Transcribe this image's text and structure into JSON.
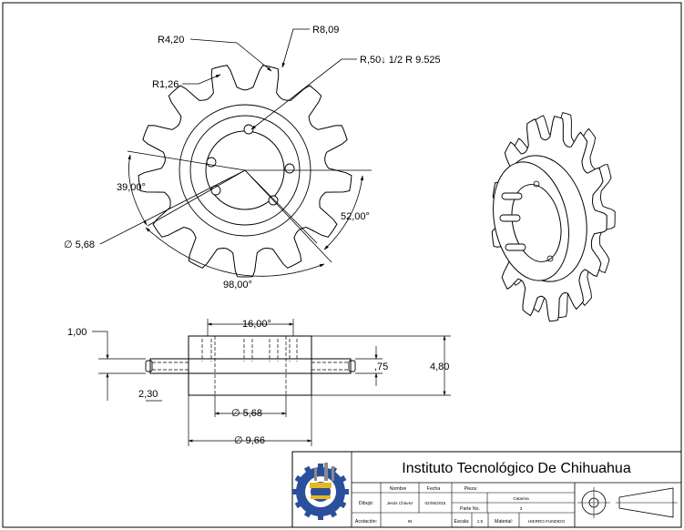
{
  "dimensions": {
    "front": {
      "r_tip": "R4,20",
      "r_outer": "R8,09",
      "r_root": "R1,26",
      "hole_spec": "R,50↓ 1/2  R 9.525",
      "angle_left": "39,00°",
      "angle_right": "52,00°",
      "angle_bottom": "98,00°",
      "hole_dia": "∅ 5,68"
    },
    "side": {
      "hub_width": "16,00°",
      "offset_top": "1,00",
      "tooth_thickness": ",75",
      "overall_height": "4,80",
      "offset_bottom": "2,30",
      "bore_dia": "∅ 5,68",
      "hub_dia": "∅ 9,66"
    }
  },
  "title_block": {
    "institution": "Instituto Tecnológico De Chihuahua",
    "headers": {
      "nombre": "Nombre",
      "fecha": "Fecha",
      "pieza": "Pieza:"
    },
    "dibujo_label": "Dibujó:",
    "author": "Jesús Chávez",
    "date": "02/06/2015",
    "part_name": "Catarina",
    "parte_no_label": "Parte No.",
    "part_no": "3",
    "acotacion_label": "Acotación:",
    "acotacion": "IN",
    "escala_label": "Escala:",
    "escala": "1:5",
    "material_label": "Material:",
    "material": "HIERRO FUNDIDO"
  },
  "colors": {
    "line": "#000000",
    "logo_blue": "#2a4f9c",
    "logo_yellow": "#e8b820",
    "logo_gray": "#8a8a8a"
  },
  "icons": {
    "logo": "institute-gear-logo",
    "projection": "first-angle-projection-symbol"
  }
}
